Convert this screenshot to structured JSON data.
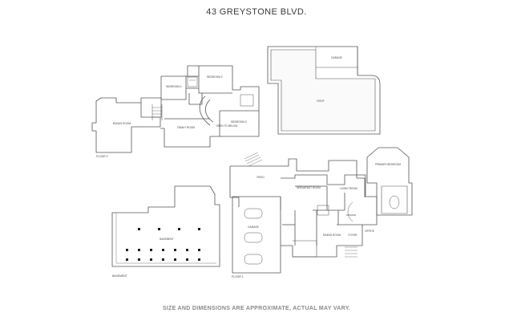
{
  "header": {
    "title": "43 GREYSTONE BLVD."
  },
  "footer": {
    "disclaimer": "SIZE AND DIMENSIONS ARE APPROXIMATE, ACTUAL MAY VARY."
  },
  "corner_tag": "",
  "floors": {
    "floor2": "FLOOR 2",
    "floor1": "FLOOR 1",
    "basement": "BASEMENT"
  },
  "rooms": {
    "bedroom_2": "BEDROOM 2",
    "bedroom_3": "BEDROOM 3",
    "bedroom_4": "BEDROOM 4",
    "bonus_room": "BONUS ROOM",
    "family_room": "FAMILY ROOM",
    "open_to_below": "OPEN TO BELOW",
    "garage_top": "GARAGE",
    "roof": "ROOF",
    "patio": "PATIO",
    "breakfast_room": "BREAKFAST ROOM",
    "living_room": "LIVING ROOM",
    "primary_bedroom": "PRIMARY BEDROOM",
    "garage": "GARAGE",
    "dining_room": "DINING ROOM",
    "office": "OFFICE",
    "foyer": "FOYER",
    "basement_room": "BASEMENT"
  }
}
